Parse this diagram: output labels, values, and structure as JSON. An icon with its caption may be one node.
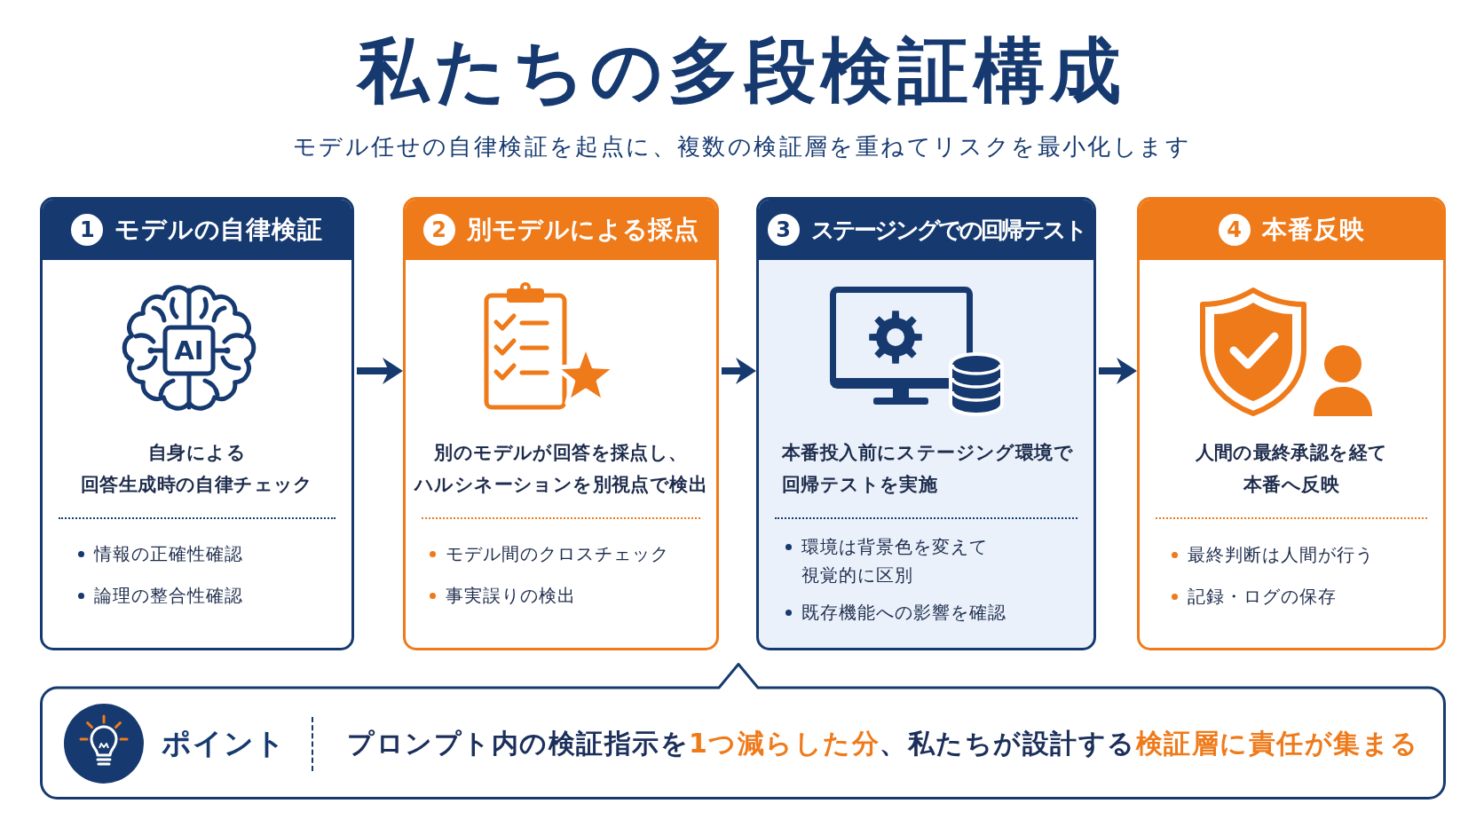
{
  "diagram": {
    "title": "私たちの多段検証構成",
    "nodes": [
      {
        "text": [
          "1",
          "モデルの自律検証",
          "自身による回答生成時の自律チェック",
          "情報の正確性確認",
          "論理の整合性確認"
        ]
      },
      {
        "text": [
          "2",
          "別モデルによる採点",
          "別のモデルが回答を採点し、ハルシネーションを別視点で検出",
          "モデル間のクロスチェック",
          "事実誤りの検出"
        ]
      },
      {
        "text": [
          "3",
          "ステージングでの回帰テスト",
          "本番投入前にステージング環境で回帰テストを実施",
          "環境は背景色を変えて視覚的に区別",
          "既存機能への影響を確認"
        ]
      },
      {
        "text": [
          "4",
          "本番反映",
          "人間の最終承認を経て本番へ反映",
          "最終判断は人間が行う",
          "記録・ログの保存"
        ]
      },
      {
        "text": [
          "ポイント",
          "プロンプト内の検証指示を**1つ減らした分**、私たちが設計する**検証層に責任が集まる**"
        ]
      }
    ],
    "edges": [
      {
        "from": 0,
        "to": 1,
        "arrow": "to"
      },
      {
        "from": 1,
        "to": 2,
        "arrow": "to"
      },
      {
        "from": 2,
        "to": 3,
        "arrow": "to"
      }
    ],
    "labels": [
      "モデル任せの自律検証を起点に、複数の検証層を重ねてリスクを最小化します",
      "AI"
    ]
  }
}
